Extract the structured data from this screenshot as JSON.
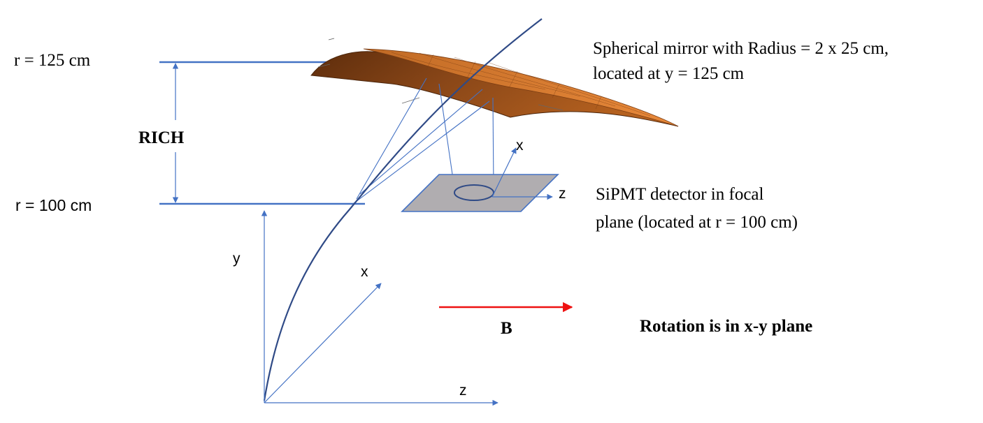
{
  "labels": {
    "r_top": "r = 125 cm",
    "r_bottom": "r = 100 cm",
    "rich": "RICH",
    "mirror_line1": "Spherical mirror with Radius = 2 x 25 cm,",
    "mirror_line2": "located at y = 125 cm",
    "detector_line1": "SiPMT detector in focal",
    "detector_line2": "plane (located at r = 100 cm)",
    "field": "B",
    "rotation": "Rotation is in x-y plane",
    "axis_x_main": "x",
    "axis_y_main": "y",
    "axis_z_main": "z",
    "axis_x_detector": "x",
    "axis_z_detector": "z"
  },
  "colors": {
    "line_blue": "#4472c4",
    "track_blue": "#2f4a86",
    "mirror_dark": "#6b3410",
    "mirror_light": "#d97a2b",
    "detector_fill": "#b0adb0",
    "field_red": "#ee1111",
    "text": "#000000"
  }
}
